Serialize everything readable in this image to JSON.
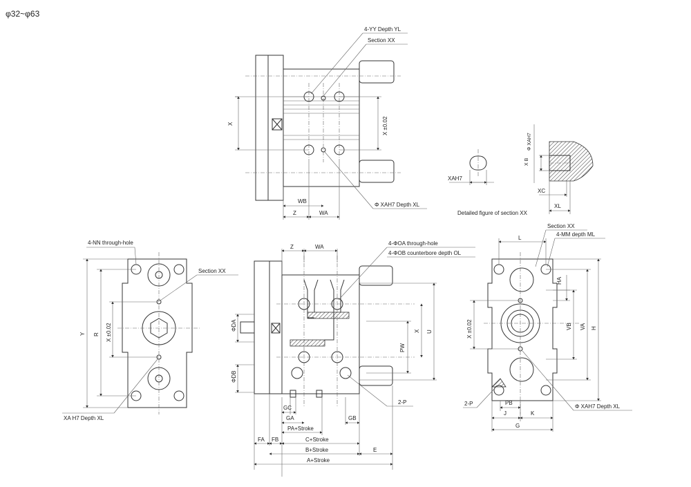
{
  "title": "φ32~φ63",
  "top_view": {
    "callout_yy": "4-YY Depth YL",
    "callout_section": "Section XX",
    "callout_xa": "Φ XAH7 Depth XL",
    "dim_x": "X",
    "dim_x_tol": "X ±0.02",
    "dim_wb": "WB",
    "dim_z": "Z",
    "dim_wa": "WA"
  },
  "section_detail": {
    "dim_xah7": "XAH7",
    "dim_phi_xah7": "Φ XAH7",
    "dim_xb": "X B",
    "dim_xc": "XC",
    "dim_xl": "XL",
    "caption": "Detailed figure of section XX"
  },
  "left_view": {
    "callout_nn": "4-NN through-hole",
    "callout_section": "Section XX",
    "callout_xa": "XA H7 Depth XL",
    "dim_y": "Y",
    "dim_r": "R",
    "dim_x_tol": "X ±0.02"
  },
  "front_view": {
    "dim_z": "Z",
    "dim_wa": "WA",
    "callout_oa": "4-ΦOA through-hole",
    "callout_ob": "4-ΦOB counterbore depth OL",
    "dim_phi_da": "ΦDA",
    "dim_phi_db": "ΦDB",
    "dim_x": "X",
    "dim_u": "U",
    "dim_pw": "PW",
    "callout_p": "2-P",
    "dim_gc": "GC",
    "dim_ga": "GA",
    "dim_gb": "GB",
    "dim_pa": "PA+Stroke",
    "dim_fa": "FA",
    "dim_fb": "FB",
    "dim_c": "C+Stroke",
    "dim_b": "B+Stroke",
    "dim_a": "A+Stroke",
    "dim_e": "E"
  },
  "right_view": {
    "callout_section": "Section XX",
    "callout_mm": "4-MM depth ML",
    "dim_l": "L",
    "dim_ha": "HA",
    "dim_vb": "VB",
    "dim_va": "VA",
    "dim_h": "H",
    "dim_x_tol": "X ±0.02",
    "callout_p": "2-P",
    "dim_pb": "PB",
    "dim_j": "J",
    "dim_k": "K",
    "dim_g": "G",
    "callout_xa": "Φ XAH7 Depth XL"
  }
}
